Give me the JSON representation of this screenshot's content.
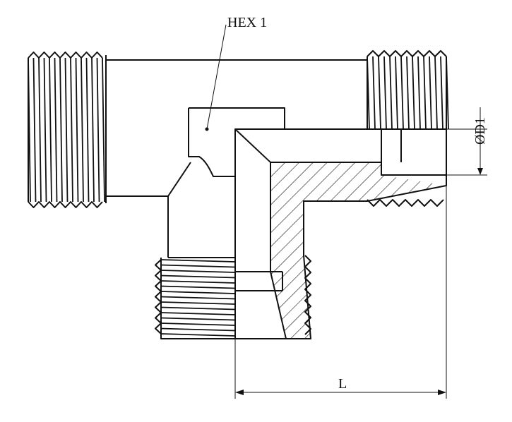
{
  "labels": {
    "hex": "HEX 1",
    "diameter": "ØD1",
    "length": "L"
  },
  "colors": {
    "line": "#111111",
    "background": "#ffffff"
  }
}
